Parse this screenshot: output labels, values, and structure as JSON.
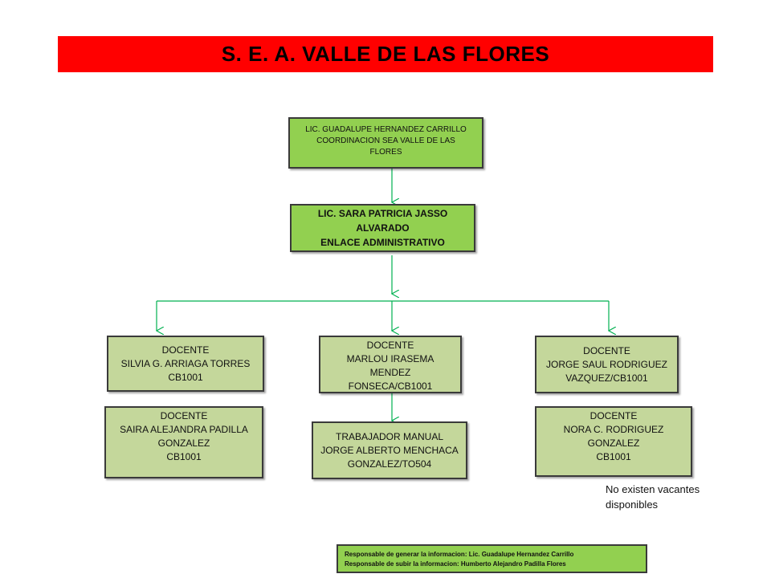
{
  "title": "S. E. A. VALLE DE LAS FLORES",
  "coordinator": {
    "line1": "LIC. GUADALUPE HERNANDEZ CARRILLO",
    "line2": "COORDINACION SEA VALLE DE LAS",
    "line3": "FLORES"
  },
  "liaison": {
    "line1": "LIC. SARA PATRICIA JASSO",
    "line2": "ALVARADO",
    "line3": "ENLACE ADMINISTRATIVO"
  },
  "staff": [
    {
      "lines": [
        "DOCENTE",
        "SILVIA G. ARRIAGA TORRES",
        "CB1001"
      ]
    },
    {
      "lines": [
        "DOCENTE",
        "MARLOU IRASEMA",
        "MENDEZ",
        "FONSECA/CB1001"
      ]
    },
    {
      "lines": [
        "DOCENTE",
        "JORGE SAUL RODRIGUEZ",
        "VAZQUEZ/CB1001"
      ]
    },
    {
      "lines": [
        "DOCENTE",
        "SAIRA ALEJANDRA PADILLA",
        "GONZALEZ",
        "CB1001"
      ]
    },
    {
      "lines": [
        "TRABAJADOR MANUAL",
        "JORGE ALBERTO MENCHACA",
        "GONZALEZ/TO504"
      ]
    },
    {
      "lines": [
        "DOCENTE",
        "NORA C. RODRIGUEZ",
        "GONZALEZ",
        "CB1001"
      ]
    }
  ],
  "vacancy_note": {
    "line1": "No existen vacantes",
    "line2": "disponibles"
  },
  "footer": {
    "line1": "Responsable de generar la informacion: Lic. Guadalupe Hernandez Carrillo",
    "line2": "Responsable de subir la informacion: Humberto Alejandro Padilla Flores"
  },
  "colors": {
    "banner": "#ff0000",
    "box_green": "#92d050",
    "box_light": "#c4d79b",
    "connector": "#00b050"
  }
}
